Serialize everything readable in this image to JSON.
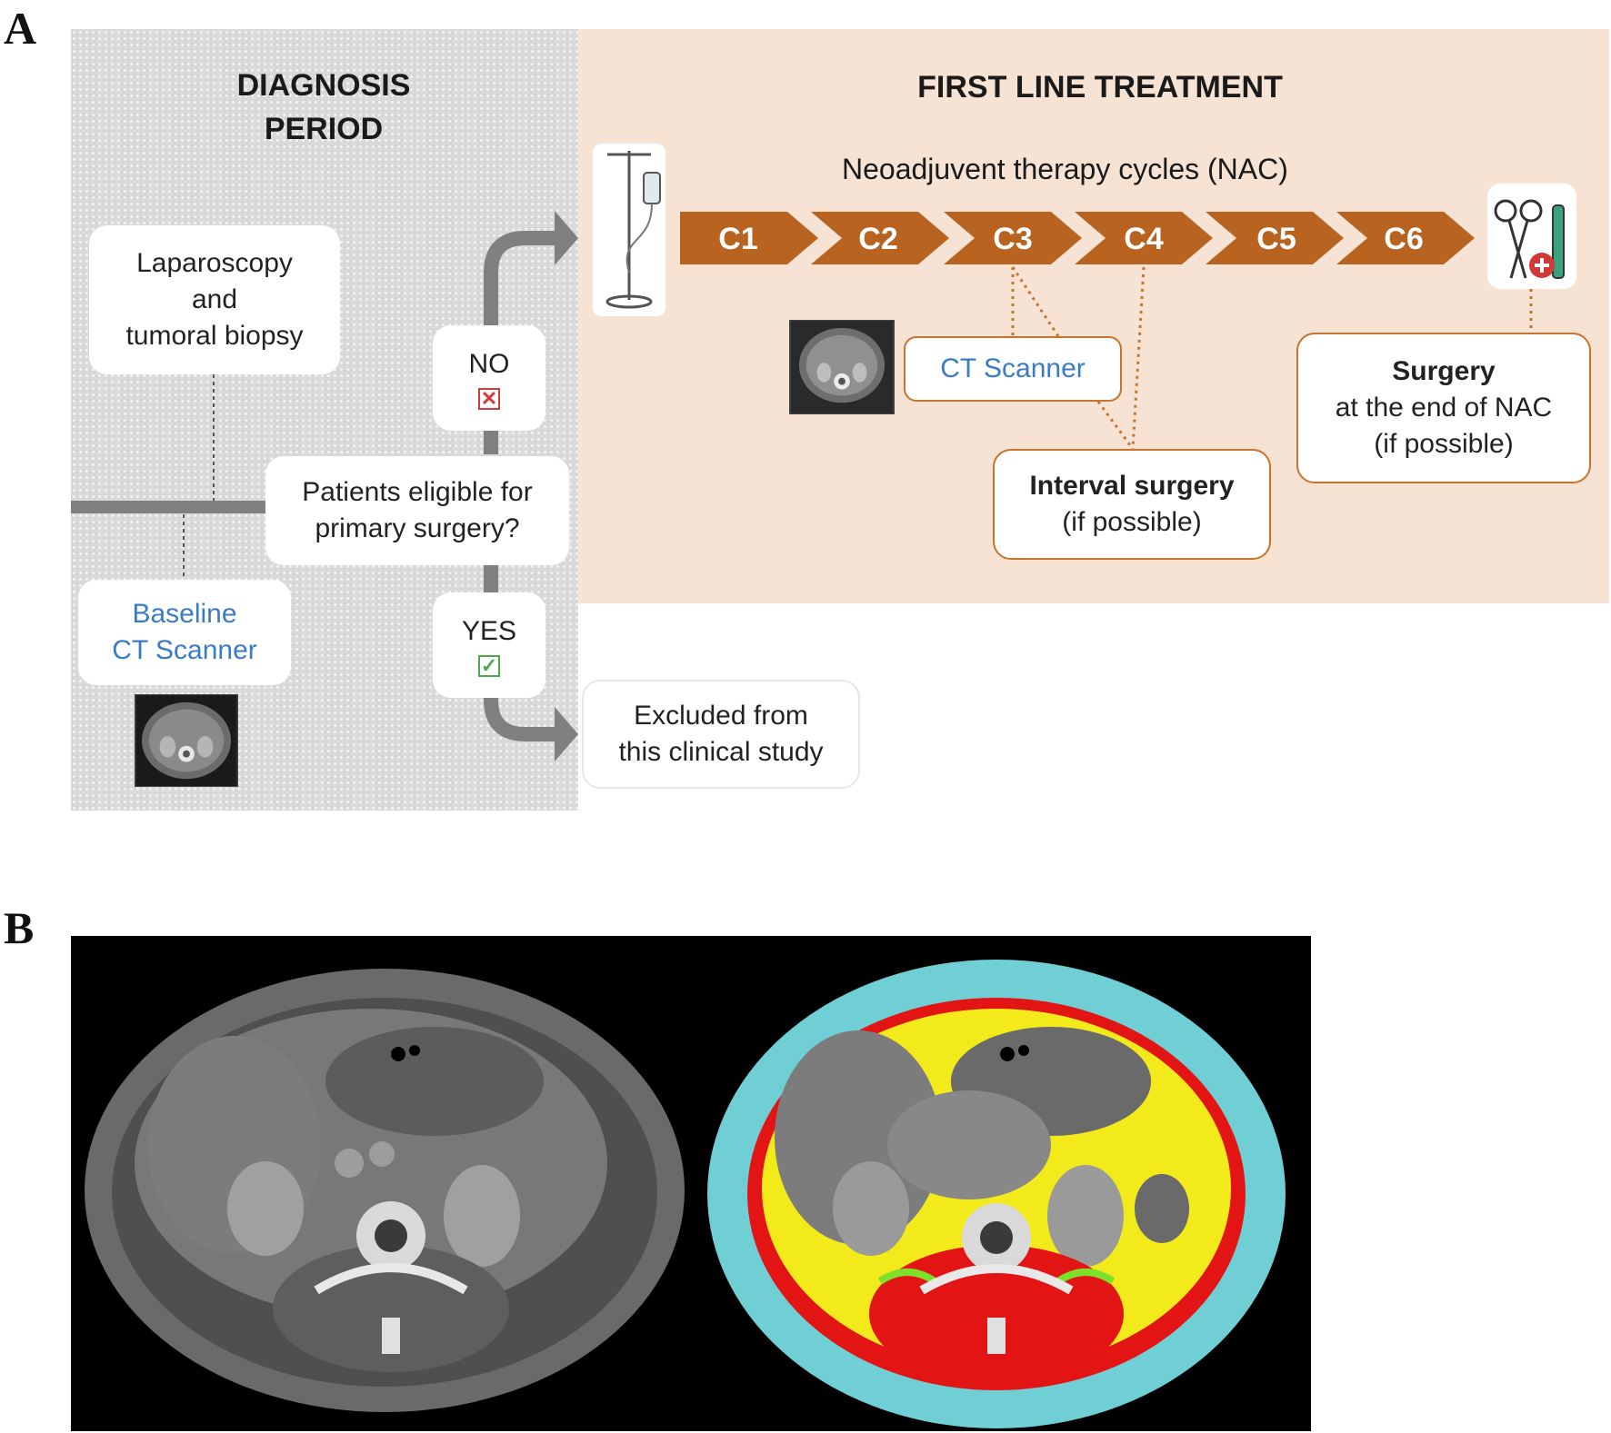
{
  "panels": {
    "a": "A",
    "b": "B"
  },
  "diagnosis": {
    "heading_line1": "DIAGNOSIS",
    "heading_line2": "PERIOD",
    "laparoscopy": [
      "Laparoscopy",
      "and",
      "tumoral biopsy"
    ],
    "eligibility": [
      "Patients eligible for",
      "primary surgery?"
    ],
    "baseline": [
      "Baseline",
      "CT Scanner"
    ],
    "no_label": "NO",
    "yes_label": "YES",
    "no_icon": "red-x-icon",
    "yes_icon": "green-check-icon",
    "excluded": [
      "Excluded from",
      "this clinical study"
    ]
  },
  "treatment": {
    "heading": "FIRST LINE TREATMENT",
    "nac_title": "Neoadjuvent therapy cycles (NAC)",
    "cycles": [
      "C1",
      "C2",
      "C3",
      "C4",
      "C5",
      "C6"
    ],
    "ct_scanner": "CT Scanner",
    "interval_title": "Interval surgery",
    "interval_sub": "(if possible)",
    "surgery_title": "Surgery",
    "surgery_sub1": "at the end of NAC",
    "surgery_sub2": "(if possible)",
    "iv_icon": "iv-drip-icon",
    "surgery_icon": "surgical-tools-icon"
  },
  "colors": {
    "diagnosis_bg": "#d9d9d9",
    "treatment_bg": "#f6e3d4",
    "chevron": "#b8631f",
    "arrow": "#808080",
    "blue_text": "#3a7cc4",
    "orange_border": "#c8732c",
    "seg_subcutaneous_fat": "#6fcfd4",
    "seg_muscle": "#e31414",
    "seg_visceral_fat": "#f2ea1b",
    "seg_intermuscular_fat": "#7de02a"
  }
}
